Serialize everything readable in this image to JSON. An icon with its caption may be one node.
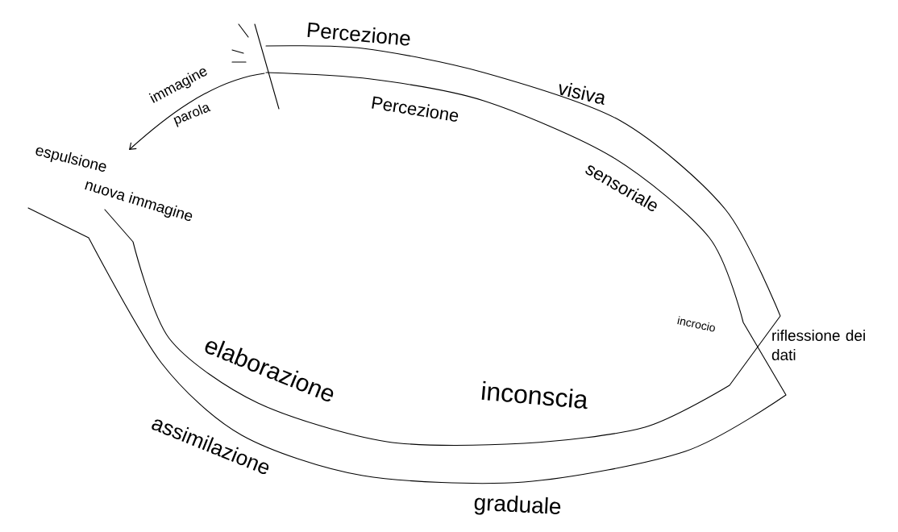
{
  "diagram": {
    "labels": [
      "Percezione",
      "immagine",
      "visiva",
      "parola",
      "Percezione",
      "sensoriale",
      "espulsione",
      "nuova immagine",
      "incrocio",
      "riflessione dei dati",
      "elaborazione",
      "inconscia",
      "assimilazione",
      "graduale"
    ]
  }
}
